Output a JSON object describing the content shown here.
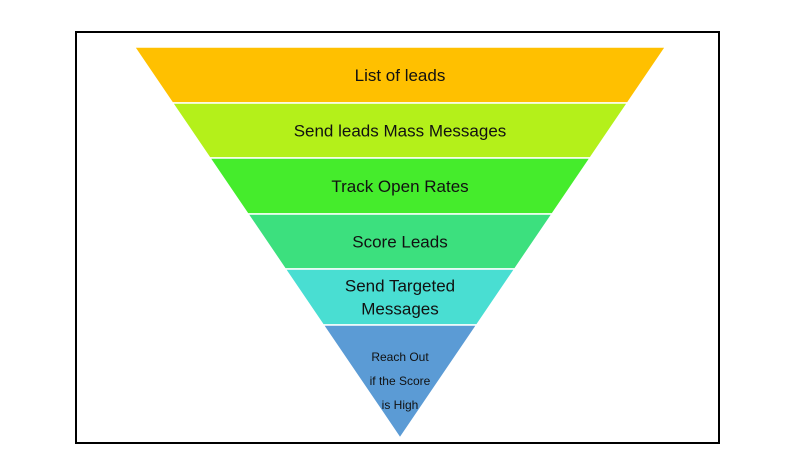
{
  "funnel": {
    "stages": [
      {
        "label_lines": [
          "List of leads"
        ],
        "color": "#FFC000"
      },
      {
        "label_lines": [
          "Send leads Mass Messages"
        ],
        "color": "#B4F01A"
      },
      {
        "label_lines": [
          "Track Open Rates"
        ],
        "color": "#45EC2C"
      },
      {
        "label_lines": [
          "Score Leads"
        ],
        "color": "#3CE07E"
      },
      {
        "label_lines": [
          "Send Targeted",
          "Messages"
        ],
        "color": "#49DED2"
      },
      {
        "label_lines": [
          "Reach Out",
          "if the Score",
          "is High"
        ],
        "color": "#5B9BD5"
      }
    ]
  }
}
